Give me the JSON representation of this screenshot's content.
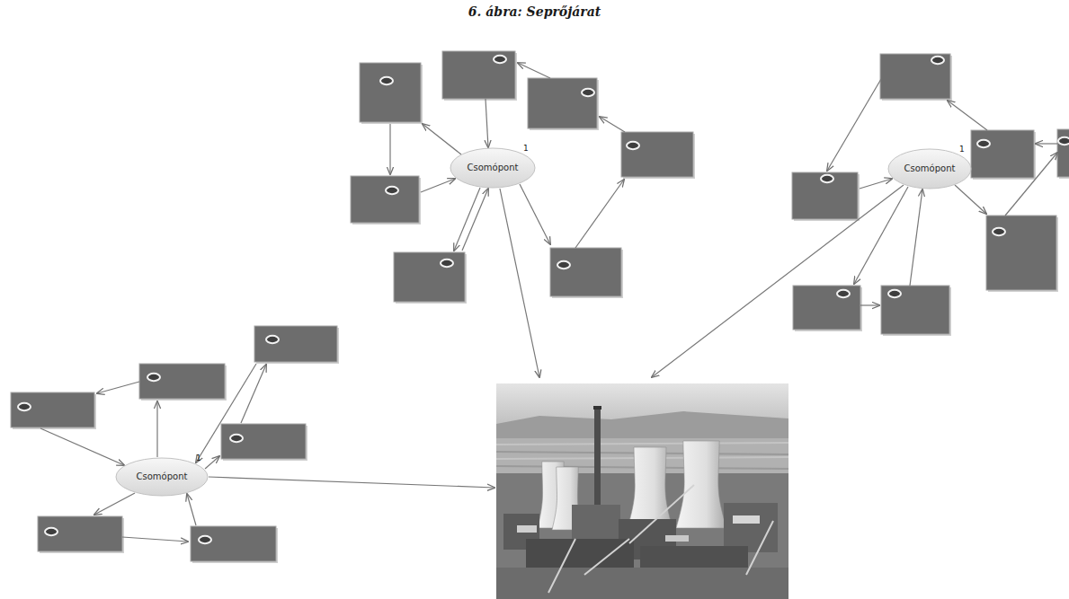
{
  "diagram": {
    "title": "6. ábra: Seprőjárat",
    "nodes": [
      {
        "text": [
          "Csomópont",
          "1"
        ]
      },
      {
        "text": [
          "Csomópont",
          "1"
        ]
      },
      {
        "text": [
          "Csomópont",
          "1"
        ]
      }
    ]
  }
}
